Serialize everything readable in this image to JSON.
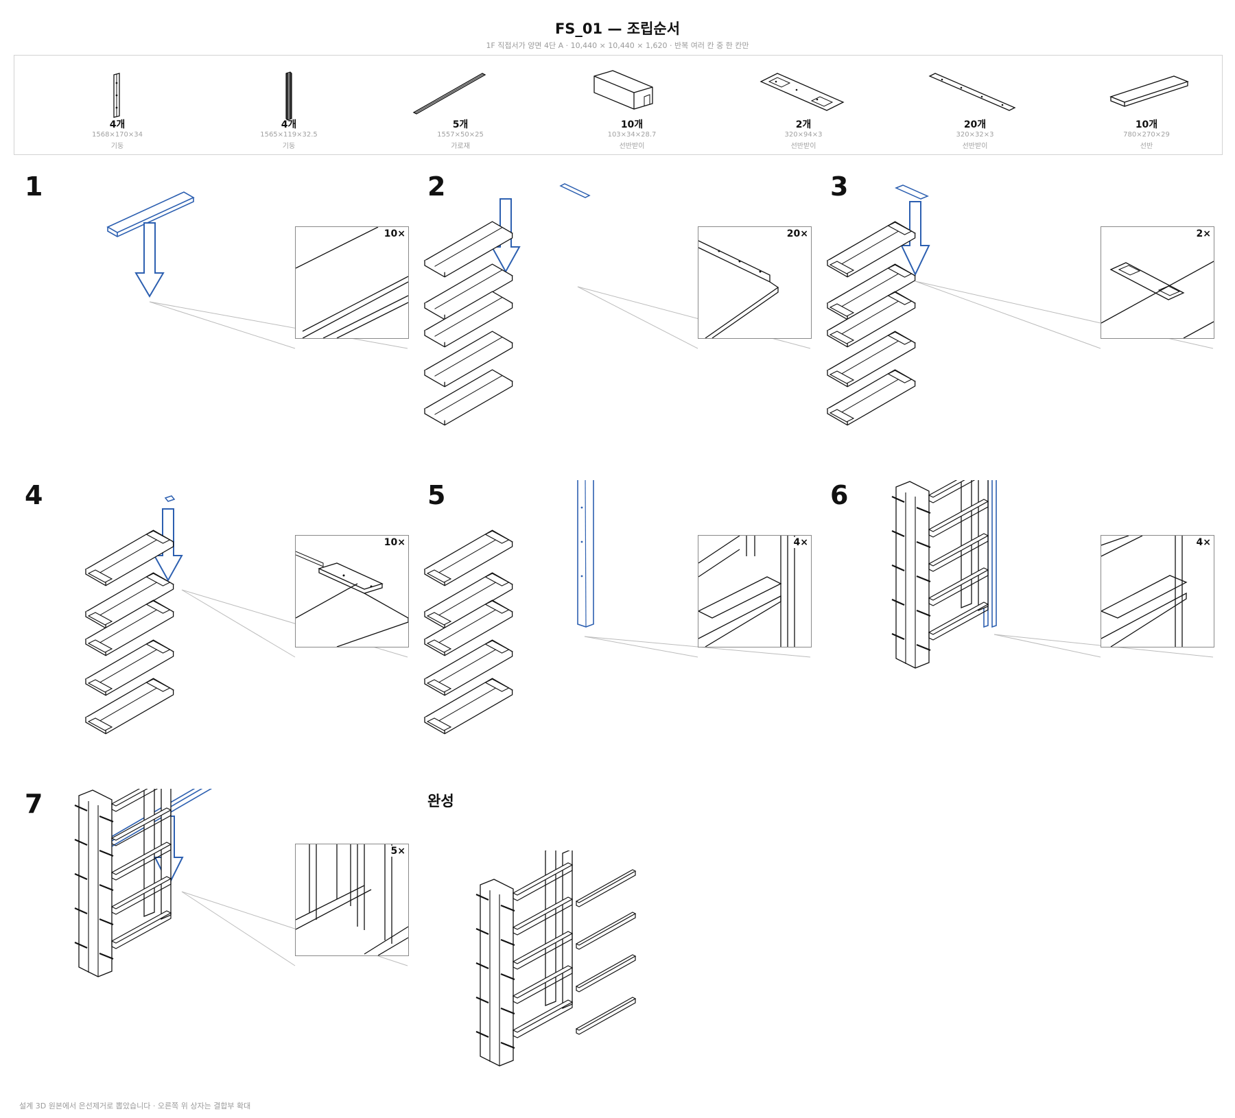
{
  "header": {
    "title": "FS_01 — 조립순서",
    "subtitle": "1F 직접서가 양면 4단 A · 10,440 × 10,440 × 1,620 · 반복 여러 칸 중 한 칸만"
  },
  "parts": [
    {
      "qty": "4개",
      "dims": "1568×170×34",
      "name": "기둥",
      "icon": "column-panel-icon"
    },
    {
      "qty": "4개",
      "dims": "1565×119×32.5",
      "name": "기둥",
      "icon": "column-post-icon"
    },
    {
      "qty": "5개",
      "dims": "1557×50×25",
      "name": "가로재",
      "icon": "crossbar-icon"
    },
    {
      "qty": "10개",
      "dims": "103×34×28.7",
      "name": "선반받이",
      "icon": "bracket-box-icon"
    },
    {
      "qty": "2개",
      "dims": "320×94×3",
      "name": "선반받이",
      "icon": "wide-plate-icon"
    },
    {
      "qty": "20개",
      "dims": "320×32×3",
      "name": "선반받이",
      "icon": "narrow-plate-icon"
    },
    {
      "qty": "10개",
      "dims": "780×270×29",
      "name": "선반",
      "icon": "shelf-board-icon"
    }
  ],
  "steps": [
    {
      "number": "1",
      "count": "10×"
    },
    {
      "number": "2",
      "count": "20×"
    },
    {
      "number": "3",
      "count": "2×"
    },
    {
      "number": "4",
      "count": "10×"
    },
    {
      "number": "5",
      "count": "4×"
    },
    {
      "number": "6",
      "count": "4×"
    },
    {
      "number": "7",
      "count": "5×"
    }
  ],
  "complete_label": "완성",
  "footer": "설계 3D 원본에서 은선제거로 뽑았습니다 · 오른쪽 위 상자는 결합부 확대",
  "colors": {
    "highlight": "#2c5fb0",
    "line": "#111111",
    "leader": "#bbbbbb",
    "panel_border": "#d2d2d2"
  }
}
